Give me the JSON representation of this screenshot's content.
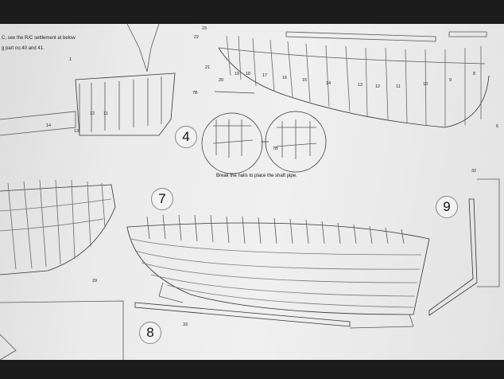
{
  "notes": {
    "line1": "C, see the R/C settlement at below",
    "line2": "g part no.40 and 41."
  },
  "steps": {
    "s4": "4",
    "s7": "7",
    "s8": "8",
    "s9": "9"
  },
  "caption": "Break the nails to place the shaft pipe.",
  "labels": {
    "p23": "23",
    "p22": "22",
    "p21": "21",
    "p20": "20",
    "p19": "19",
    "p18": "18",
    "p17": "17",
    "p16": "16",
    "p15": "15",
    "p14": "14",
    "p13": "13",
    "p12": "12",
    "p11": "11",
    "p10": "10",
    "p9": "9",
    "p8": "8",
    "p7b1": "7B",
    "p7b2": "7B",
    "p29": "29",
    "p33": "33",
    "p32": "32",
    "p1": "1",
    "p6": "6",
    "l14": "14",
    "l12": "12",
    "l11": "11",
    "l13": "13"
  }
}
